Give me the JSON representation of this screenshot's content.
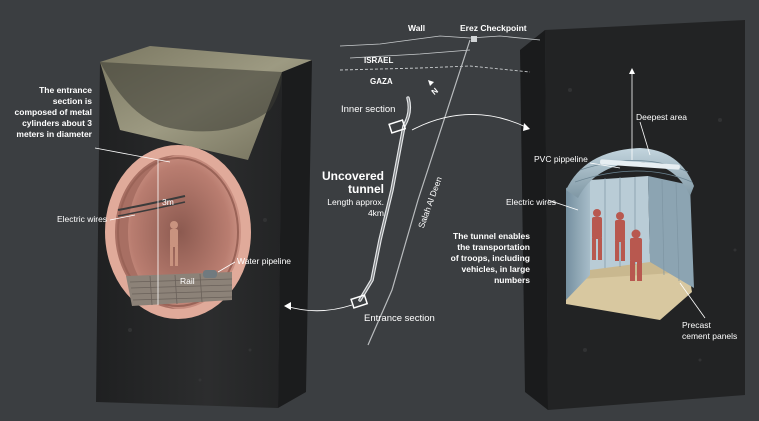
{
  "map": {
    "wall": "Wall",
    "checkpoint": "Erez Checkpoint",
    "israel": "ISRAEL",
    "gaza": "GAZA",
    "north": "N",
    "road": "Salah Al Deen",
    "inner_section": "Inner section",
    "entrance_section": "Entrance section"
  },
  "tunnel": {
    "title_line1": "Uncovered",
    "title_line2": "tunnel",
    "length_line1": "Length approx.",
    "length_line2": "4km"
  },
  "left_block": {
    "entrance_note": [
      "The entrance",
      "section is",
      "composed of metal",
      "cylinders about 3",
      "meters in diameter"
    ],
    "electric_wires": "Electric wires",
    "diameter": "3m",
    "water_pipeline": "Water pipeline",
    "rail": "Rail"
  },
  "right_block": {
    "deepest_area": "Deepest area",
    "pvc_pipeline": "PVC pippeline",
    "electric_wires": "Electric wires",
    "transport_note": [
      "The tunnel enables",
      "the transportation",
      "of troops, including",
      "vehicles, in large",
      "numbers"
    ],
    "cement_panels": [
      "Precast",
      "cement panels"
    ]
  },
  "colors": {
    "background": "#3b3e41",
    "copper": "#c98c7e",
    "earth": "#2a2b2c",
    "grass": "#8d8a72",
    "cement": "#9fb6c4",
    "sand": "#d8c8a0",
    "soldier": "#b8584f"
  }
}
